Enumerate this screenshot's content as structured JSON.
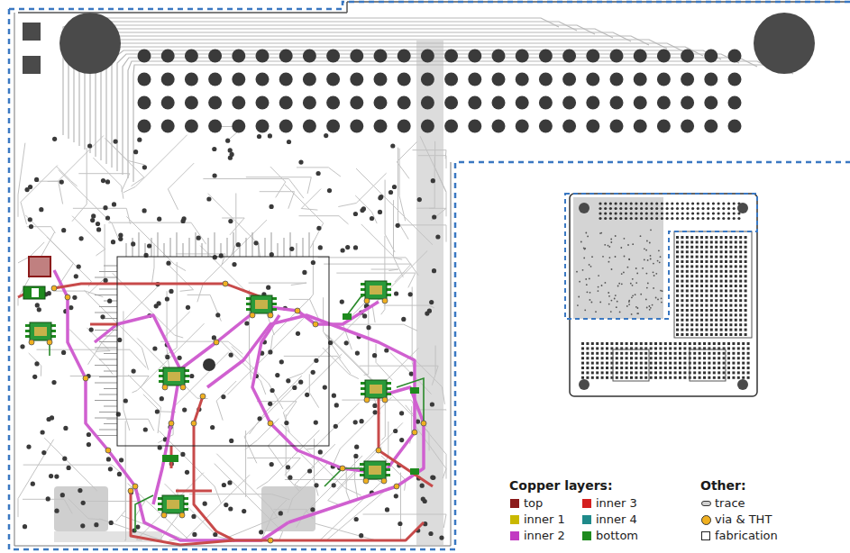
{
  "diagram": {
    "labels": [
      "Copper layers:",
      "Other:"
    ],
    "legend": [
      {
        "text": "top",
        "color": "#8b1a1a"
      },
      {
        "text": "inner 1",
        "color": "#c9b800"
      },
      {
        "text": "inner 2",
        "color": "#c23bc2"
      },
      {
        "text": "inner 3",
        "color": "#d42020"
      },
      {
        "text": "inner 4",
        "color": "#1f8a8a"
      },
      {
        "text": "bottom",
        "color": "#1e8a1e"
      },
      {
        "text": "trace"
      },
      {
        "text": "via & THT"
      },
      {
        "text": "fabrication"
      }
    ]
  }
}
